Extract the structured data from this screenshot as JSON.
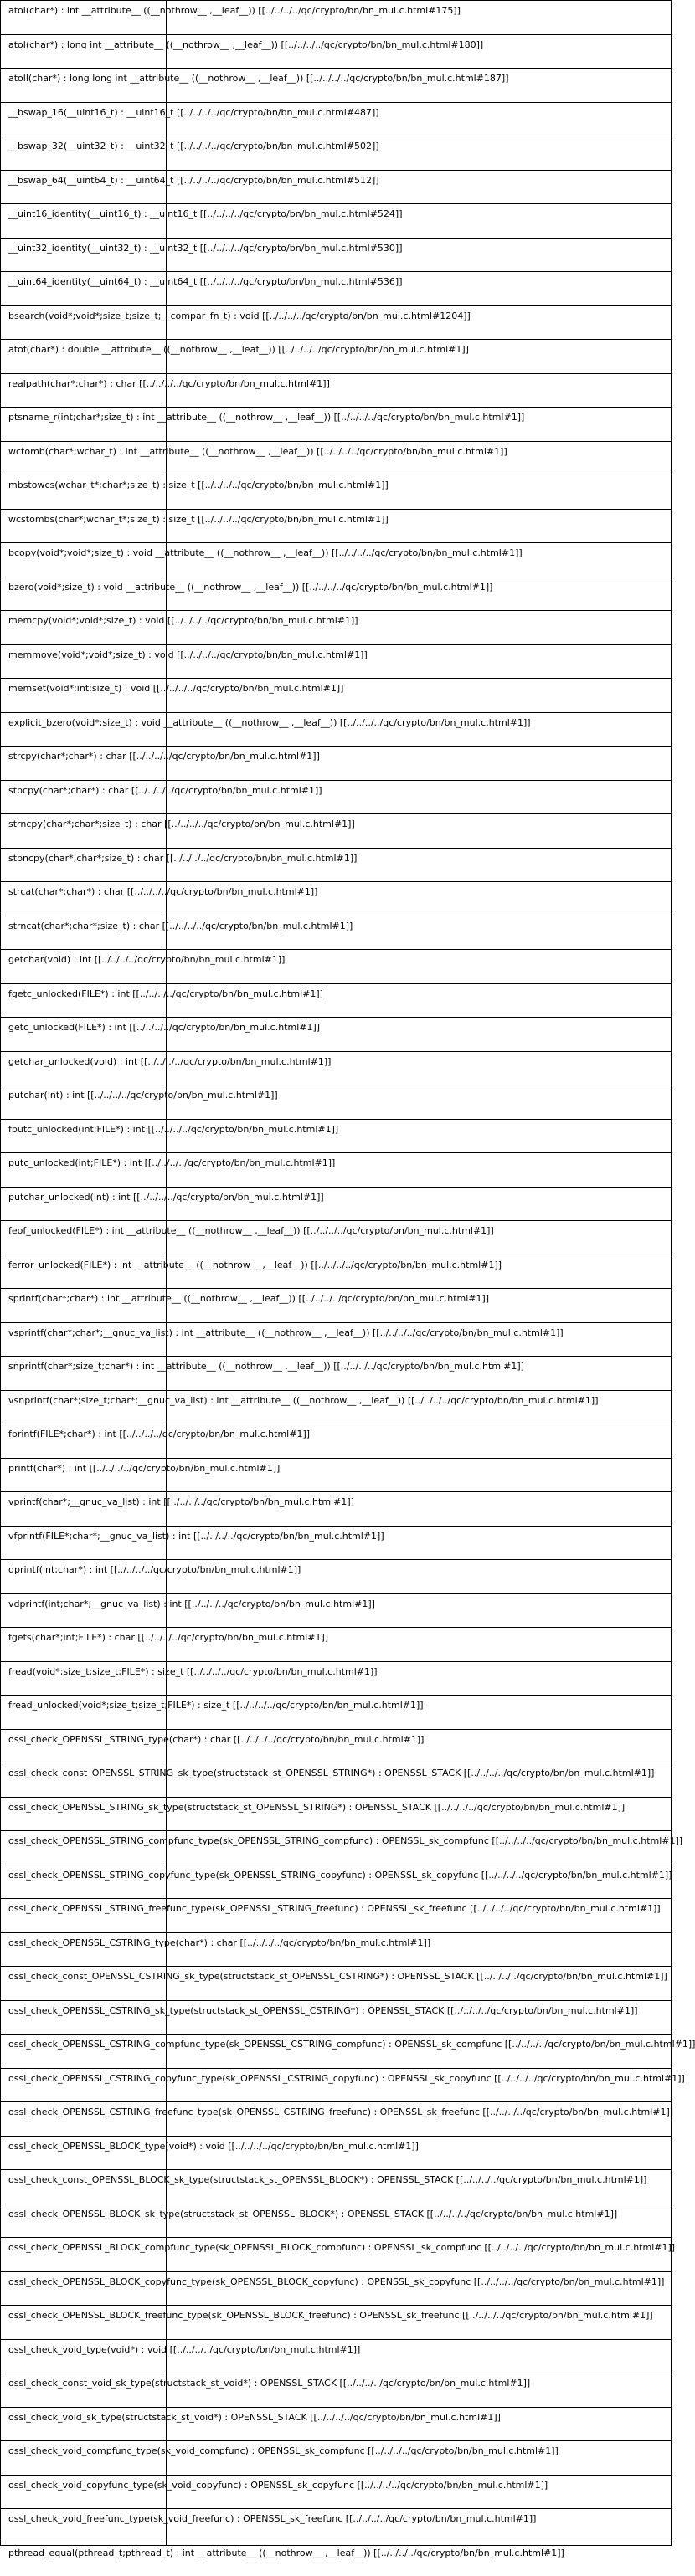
{
  "items": [
    "atoi(char*) :  int  __attribute__ ((__nothrow__ ,__leaf__)) [[../../../../qc/crypto/bn/bn_mul.c.html#175]]",
    "atol(char*) :  long  int  __attribute__ ((__nothrow__ ,__leaf__)) [[../../../../qc/crypto/bn/bn_mul.c.html#180]]",
    "atoll(char*) :  long  long  int  __attribute__ ((__nothrow__ ,__leaf__)) [[../../../../qc/crypto/bn/bn_mul.c.html#187]]",
    "__bswap_16(__uint16_t) :  __uint16_t [[../../../../qc/crypto/bn/bn_mul.c.html#487]]",
    "__bswap_32(__uint32_t) :  __uint32_t [[../../../../qc/crypto/bn/bn_mul.c.html#502]]",
    "__bswap_64(__uint64_t) :  __uint64_t [[../../../../qc/crypto/bn/bn_mul.c.html#512]]",
    "__uint16_identity(__uint16_t) :  __uint16_t [[../../../../qc/crypto/bn/bn_mul.c.html#524]]",
    "__uint32_identity(__uint32_t) :  __uint32_t [[../../../../qc/crypto/bn/bn_mul.c.html#530]]",
    "__uint64_identity(__uint64_t) :  __uint64_t [[../../../../qc/crypto/bn/bn_mul.c.html#536]]",
    "bsearch(void*;void*;size_t;size_t;__compar_fn_t) :  void  [[../../../../qc/crypto/bn/bn_mul.c.html#1204]]",
    "atof(char*) :  double  __attribute__ ((__nothrow__ ,__leaf__)) [[../../../../qc/crypto/bn/bn_mul.c.html#1]]",
    "realpath(char*;char*) :  char  [[../../../../qc/crypto/bn/bn_mul.c.html#1]]",
    "ptsname_r(int;char*;size_t) :  int  __attribute__ ((__nothrow__ ,__leaf__)) [[../../../../qc/crypto/bn/bn_mul.c.html#1]]",
    "wctomb(char*;wchar_t) :  int  __attribute__ ((__nothrow__ ,__leaf__)) [[../../../../qc/crypto/bn/bn_mul.c.html#1]]",
    "mbstowcs(wchar_t*;char*;size_t) :  size_t [[../../../../qc/crypto/bn/bn_mul.c.html#1]]",
    "wcstombs(char*;wchar_t*;size_t) :  size_t [[../../../../qc/crypto/bn/bn_mul.c.html#1]]",
    "bcopy(void*;void*;size_t) :  void  __attribute__ ((__nothrow__ ,__leaf__)) [[../../../../qc/crypto/bn/bn_mul.c.html#1]]",
    "bzero(void*;size_t) :  void  __attribute__ ((__nothrow__ ,__leaf__)) [[../../../../qc/crypto/bn/bn_mul.c.html#1]]",
    "memcpy(void*;void*;size_t) :  void  [[../../../../qc/crypto/bn/bn_mul.c.html#1]]",
    "memmove(void*;void*;size_t) :  void  [[../../../../qc/crypto/bn/bn_mul.c.html#1]]",
    "memset(void*;int;size_t) :  void  [[../../../../qc/crypto/bn/bn_mul.c.html#1]]",
    "explicit_bzero(void*;size_t) :  void  __attribute__ ((__nothrow__ ,__leaf__)) [[../../../../qc/crypto/bn/bn_mul.c.html#1]]",
    "strcpy(char*;char*) :  char  [[../../../../qc/crypto/bn/bn_mul.c.html#1]]",
    "stpcpy(char*;char*) :  char  [[../../../../qc/crypto/bn/bn_mul.c.html#1]]",
    "strncpy(char*;char*;size_t) :  char  [[../../../../qc/crypto/bn/bn_mul.c.html#1]]",
    "stpncpy(char*;char*;size_t) :  char  [[../../../../qc/crypto/bn/bn_mul.c.html#1]]",
    "strcat(char*;char*) :  char  [[../../../../qc/crypto/bn/bn_mul.c.html#1]]",
    "strncat(char*;char*;size_t) :  char  [[../../../../qc/crypto/bn/bn_mul.c.html#1]]",
    "getchar(void) :  int  [[../../../../qc/crypto/bn/bn_mul.c.html#1]]",
    "fgetc_unlocked(FILE*) :  int  [[../../../../qc/crypto/bn/bn_mul.c.html#1]]",
    "getc_unlocked(FILE*) :  int  [[../../../../qc/crypto/bn/bn_mul.c.html#1]]",
    "getchar_unlocked(void) :  int  [[../../../../qc/crypto/bn/bn_mul.c.html#1]]",
    "putchar(int) :  int  [[../../../../qc/crypto/bn/bn_mul.c.html#1]]",
    "fputc_unlocked(int;FILE*) :  int  [[../../../../qc/crypto/bn/bn_mul.c.html#1]]",
    "putc_unlocked(int;FILE*) :  int  [[../../../../qc/crypto/bn/bn_mul.c.html#1]]",
    "putchar_unlocked(int) :  int  [[../../../../qc/crypto/bn/bn_mul.c.html#1]]",
    "feof_unlocked(FILE*) :  int  __attribute__ ((__nothrow__ ,__leaf__)) [[../../../../qc/crypto/bn/bn_mul.c.html#1]]",
    "ferror_unlocked(FILE*) :  int  __attribute__ ((__nothrow__ ,__leaf__)) [[../../../../qc/crypto/bn/bn_mul.c.html#1]]",
    "sprintf(char*;char*) :  int  __attribute__ ((__nothrow__ ,__leaf__)) [[../../../../qc/crypto/bn/bn_mul.c.html#1]]",
    "vsprintf(char*;char*;__gnuc_va_list) :  int  __attribute__ ((__nothrow__ ,__leaf__)) [[../../../../qc/crypto/bn/bn_mul.c.html#1]]",
    "snprintf(char*;size_t;char*) :  int  __attribute__ ((__nothrow__ ,__leaf__)) [[../../../../qc/crypto/bn/bn_mul.c.html#1]]",
    "vsnprintf(char*;size_t;char*;__gnuc_va_list) :  int  __attribute__ ((__nothrow__ ,__leaf__)) [[../../../../qc/crypto/bn/bn_mul.c.html#1]]",
    "fprintf(FILE*;char*) :  int  [[../../../../qc/crypto/bn/bn_mul.c.html#1]]",
    "printf(char*) :  int  [[../../../../qc/crypto/bn/bn_mul.c.html#1]]",
    "vprintf(char*;__gnuc_va_list) :  int  [[../../../../qc/crypto/bn/bn_mul.c.html#1]]",
    "vfprintf(FILE*;char*;__gnuc_va_list) :  int  [[../../../../qc/crypto/bn/bn_mul.c.html#1]]",
    "dprintf(int;char*) :  int  [[../../../../qc/crypto/bn/bn_mul.c.html#1]]",
    "vdprintf(int;char*;__gnuc_va_list) :  int  [[../../../../qc/crypto/bn/bn_mul.c.html#1]]",
    "fgets(char*;int;FILE*) :  char  [[../../../../qc/crypto/bn/bn_mul.c.html#1]]",
    "fread(void*;size_t;size_t;FILE*) :  size_t [[../../../../qc/crypto/bn/bn_mul.c.html#1]]",
    "fread_unlocked(void*;size_t;size_t;FILE*) :  size_t [[../../../../qc/crypto/bn/bn_mul.c.html#1]]",
    "ossl_check_OPENSSL_STRING_type(char*) :  char  [[../../../../qc/crypto/bn/bn_mul.c.html#1]]",
    "ossl_check_const_OPENSSL_STRING_sk_type(structstack_st_OPENSSL_STRING*) :  OPENSSL_STACK [[../../../../qc/crypto/bn/bn_mul.c.html#1]]",
    "ossl_check_OPENSSL_STRING_sk_type(structstack_st_OPENSSL_STRING*) :  OPENSSL_STACK [[../../../../qc/crypto/bn/bn_mul.c.html#1]]",
    "ossl_check_OPENSSL_STRING_compfunc_type(sk_OPENSSL_STRING_compfunc) :  OPENSSL_sk_compfunc [[../../../../qc/crypto/bn/bn_mul.c.html#1]]",
    "ossl_check_OPENSSL_STRING_copyfunc_type(sk_OPENSSL_STRING_copyfunc) :  OPENSSL_sk_copyfunc [[../../../../qc/crypto/bn/bn_mul.c.html#1]]",
    "ossl_check_OPENSSL_STRING_freefunc_type(sk_OPENSSL_STRING_freefunc) :  OPENSSL_sk_freefunc [[../../../../qc/crypto/bn/bn_mul.c.html#1]]",
    "ossl_check_OPENSSL_CSTRING_type(char*) :  char  [[../../../../qc/crypto/bn/bn_mul.c.html#1]]",
    "ossl_check_const_OPENSSL_CSTRING_sk_type(structstack_st_OPENSSL_CSTRING*) :  OPENSSL_STACK [[../../../../qc/crypto/bn/bn_mul.c.html#1]]",
    "ossl_check_OPENSSL_CSTRING_sk_type(structstack_st_OPENSSL_CSTRING*) :  OPENSSL_STACK [[../../../../qc/crypto/bn/bn_mul.c.html#1]]",
    "ossl_check_OPENSSL_CSTRING_compfunc_type(sk_OPENSSL_CSTRING_compfunc) :  OPENSSL_sk_compfunc [[../../../../qc/crypto/bn/bn_mul.c.html#1]]",
    "ossl_check_OPENSSL_CSTRING_copyfunc_type(sk_OPENSSL_CSTRING_copyfunc) :  OPENSSL_sk_copyfunc [[../../../../qc/crypto/bn/bn_mul.c.html#1]]",
    "ossl_check_OPENSSL_CSTRING_freefunc_type(sk_OPENSSL_CSTRING_freefunc) :  OPENSSL_sk_freefunc [[../../../../qc/crypto/bn/bn_mul.c.html#1]]",
    "ossl_check_OPENSSL_BLOCK_type(void*) :  void  [[../../../../qc/crypto/bn/bn_mul.c.html#1]]",
    "ossl_check_const_OPENSSL_BLOCK_sk_type(structstack_st_OPENSSL_BLOCK*) :  OPENSSL_STACK [[../../../../qc/crypto/bn/bn_mul.c.html#1]]",
    "ossl_check_OPENSSL_BLOCK_sk_type(structstack_st_OPENSSL_BLOCK*) :  OPENSSL_STACK [[../../../../qc/crypto/bn/bn_mul.c.html#1]]",
    "ossl_check_OPENSSL_BLOCK_compfunc_type(sk_OPENSSL_BLOCK_compfunc) :  OPENSSL_sk_compfunc [[../../../../qc/crypto/bn/bn_mul.c.html#1]]",
    "ossl_check_OPENSSL_BLOCK_copyfunc_type(sk_OPENSSL_BLOCK_copyfunc) :  OPENSSL_sk_copyfunc [[../../../../qc/crypto/bn/bn_mul.c.html#1]]",
    "ossl_check_OPENSSL_BLOCK_freefunc_type(sk_OPENSSL_BLOCK_freefunc) :  OPENSSL_sk_freefunc [[../../../../qc/crypto/bn/bn_mul.c.html#1]]",
    "ossl_check_void_type(void*) :  void  [[../../../../qc/crypto/bn/bn_mul.c.html#1]]",
    "ossl_check_const_void_sk_type(structstack_st_void*) :  OPENSSL_STACK [[../../../../qc/crypto/bn/bn_mul.c.html#1]]",
    "ossl_check_void_sk_type(structstack_st_void*) :  OPENSSL_STACK [[../../../../qc/crypto/bn/bn_mul.c.html#1]]",
    "ossl_check_void_compfunc_type(sk_void_compfunc) :  OPENSSL_sk_compfunc [[../../../../qc/crypto/bn/bn_mul.c.html#1]]",
    "ossl_check_void_copyfunc_type(sk_void_copyfunc) :  OPENSSL_sk_copyfunc [[../../../../qc/crypto/bn/bn_mul.c.html#1]]",
    "ossl_check_void_freefunc_type(sk_void_freefunc) :  OPENSSL_sk_freefunc [[../../../../qc/crypto/bn/bn_mul.c.html#1]]",
    "pthread_equal(pthread_t;pthread_t) :  int  __attribute__ ((__nothrow__ ,__leaf__)) [[../../../../qc/crypto/bn/bn_mul.c.html#1]]"
  ]
}
